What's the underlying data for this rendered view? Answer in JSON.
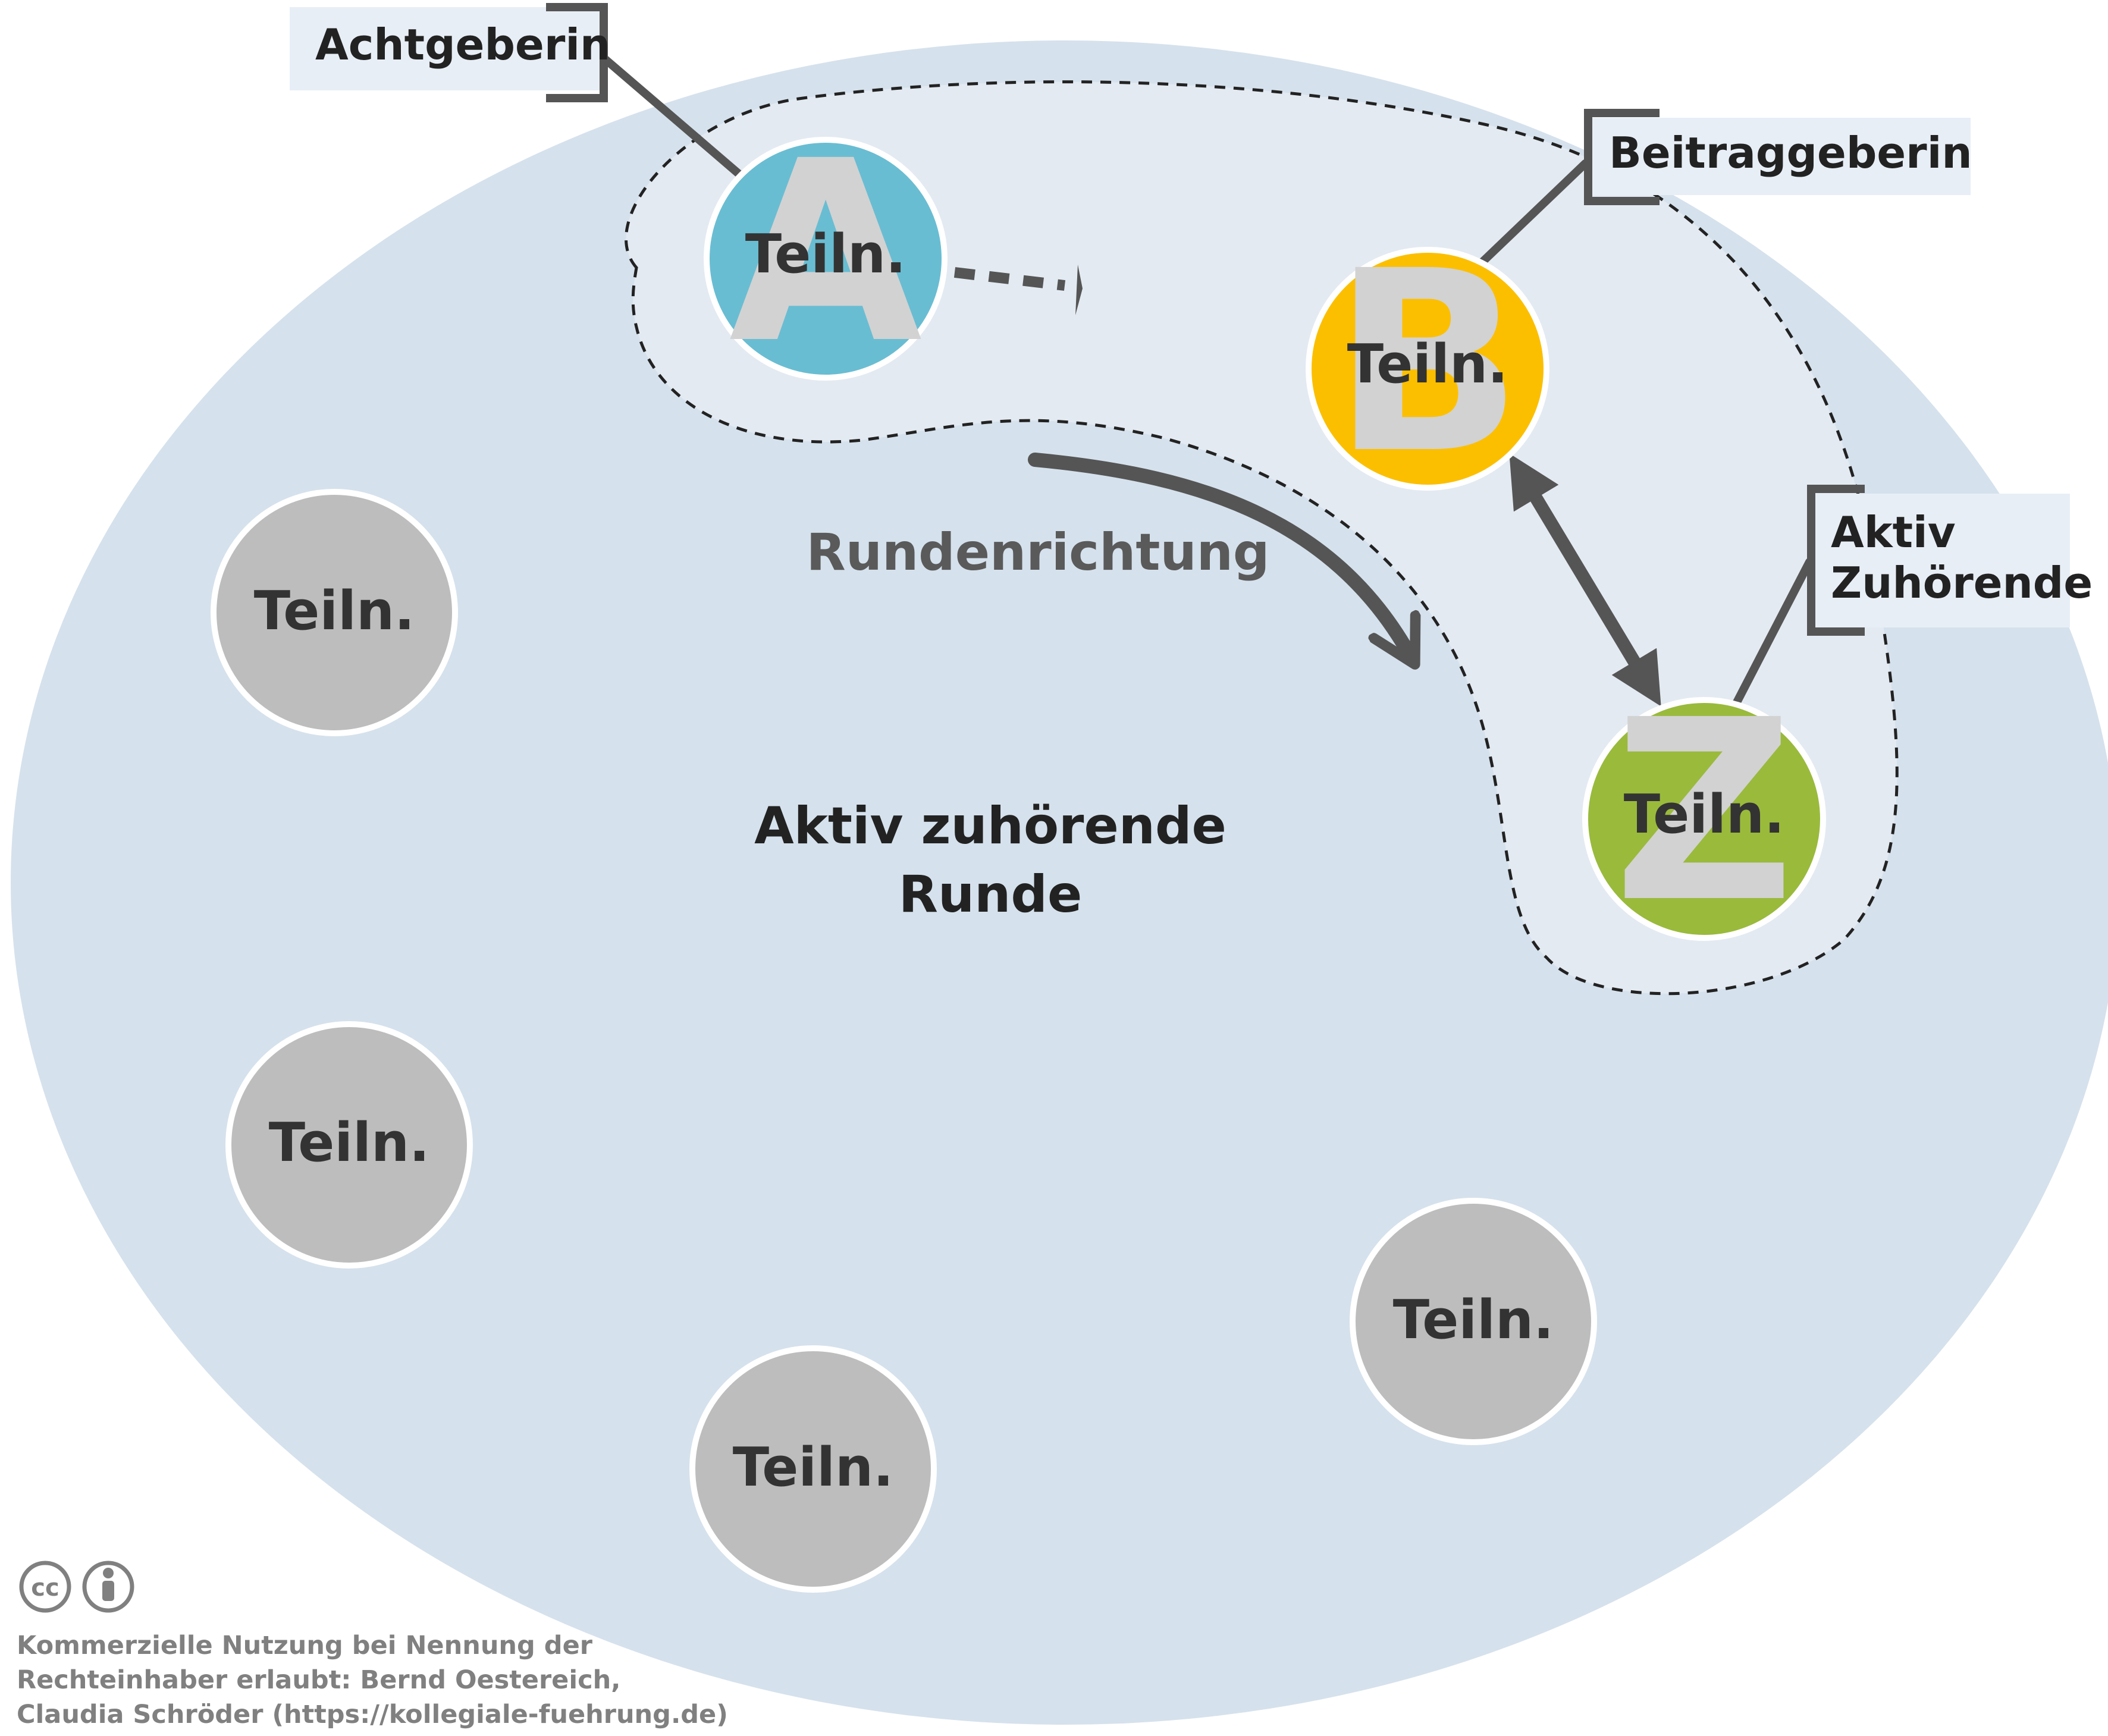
{
  "colors": {
    "round_bg": "#d5e1ec",
    "focus_bg": "#e3eaf2",
    "label_bg": "#e8eef6",
    "bracket": "#555555",
    "arrow": "#555555",
    "participant_grey": "#bdbdbd",
    "participant_a": "#69bdd2",
    "participant_b": "#fcbf00",
    "participant_z": "#9aba3c",
    "letter_watermark": "#d2d2d2",
    "license_text": "#808080"
  },
  "roles": {
    "attender": {
      "label": "Achtgeberin",
      "letter": "A"
    },
    "contributor": {
      "label": "Beitraggeberin",
      "letter": "B"
    },
    "active_listener": {
      "label_line1": "Aktiv",
      "label_line2": "Zuhörende",
      "letter": "Z"
    }
  },
  "participant_label": "Teiln.",
  "direction_label": "Rundenrichtung",
  "round_label_line1": "Aktiv zuhörende",
  "round_label_line2": "Runde",
  "license": {
    "icons": [
      "cc-icon",
      "by-person-icon"
    ],
    "cc_text": "cc",
    "line1": "Kommerzielle Nutzung bei Nennung der",
    "line2": "Rechteinhaber erlaubt: Bernd Oestereich,",
    "line3": "Claudia Schröder (https://kollegiale-fuehrung.de)"
  }
}
